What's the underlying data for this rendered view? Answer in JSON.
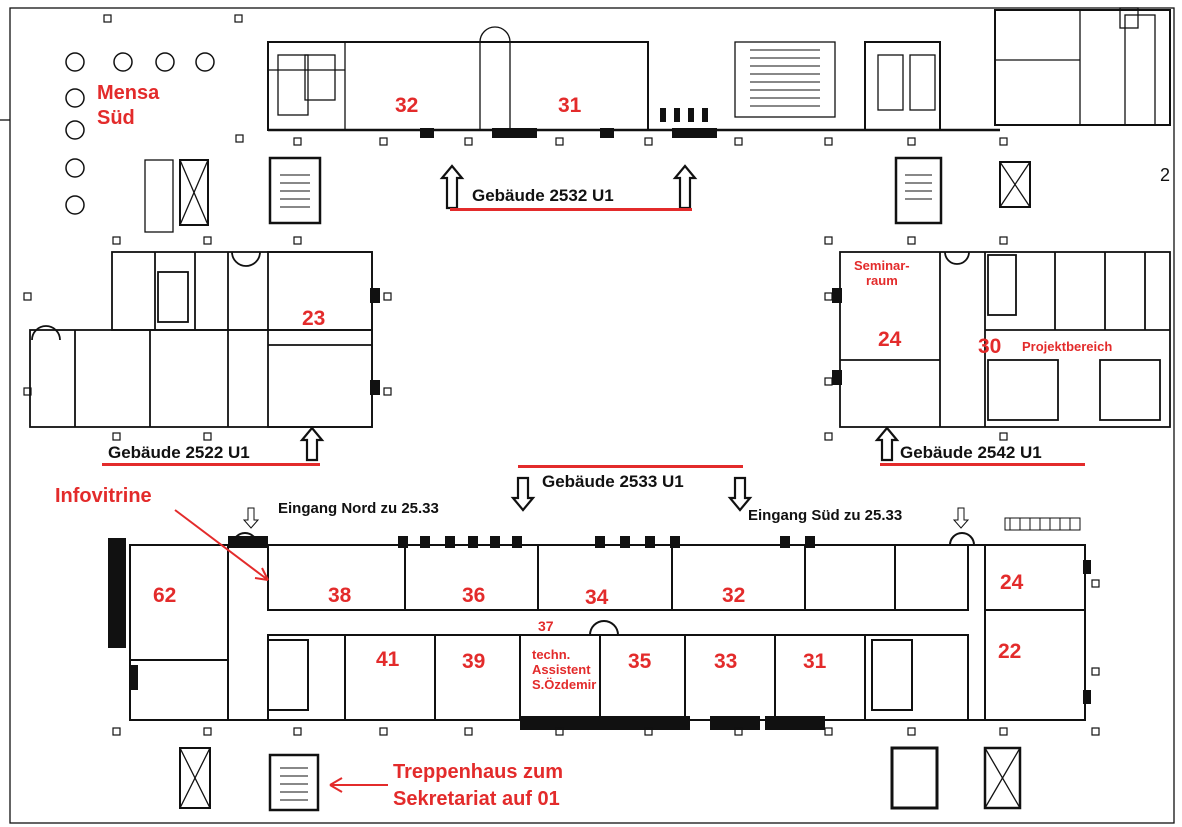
{
  "map": {
    "mensa": [
      "Mensa",
      "Süd"
    ],
    "buildings": {
      "b2532": "Gebäude 2532  U1",
      "b2522": "Gebäude 2522  U1",
      "b2542": "Gebäude 2542 U1",
      "b2533": "Gebäude 2533 U1"
    },
    "rooms_upper": {
      "r32": "32",
      "r31": "31",
      "r23": "23",
      "r24": "24",
      "r30": "30"
    },
    "seminar": [
      "Seminar-",
      "raum"
    ],
    "projekt": "Projektbereich",
    "entrances": {
      "nord": "Eingang Nord zu 25.33",
      "sued": "Eingang Süd zu 25.33"
    },
    "infovitrine": "Infovitrine",
    "rooms_lower": {
      "r62": "62",
      "r38": "38",
      "r36": "36",
      "r34": "34",
      "r32": "32",
      "r24": "24",
      "r41": "41",
      "r39": "39",
      "r35": "35",
      "r33": "33",
      "r31": "31",
      "r22": "22"
    },
    "room37": [
      "37",
      "techn.",
      "Assistent",
      "S.Özdemir"
    ],
    "treppenhaus": [
      "Treppenhaus zum",
      "Sekretariat auf 01"
    ],
    "edge_label": "2",
    "colors": {
      "label_red": "#e32b2b",
      "wall": "#111111"
    }
  }
}
